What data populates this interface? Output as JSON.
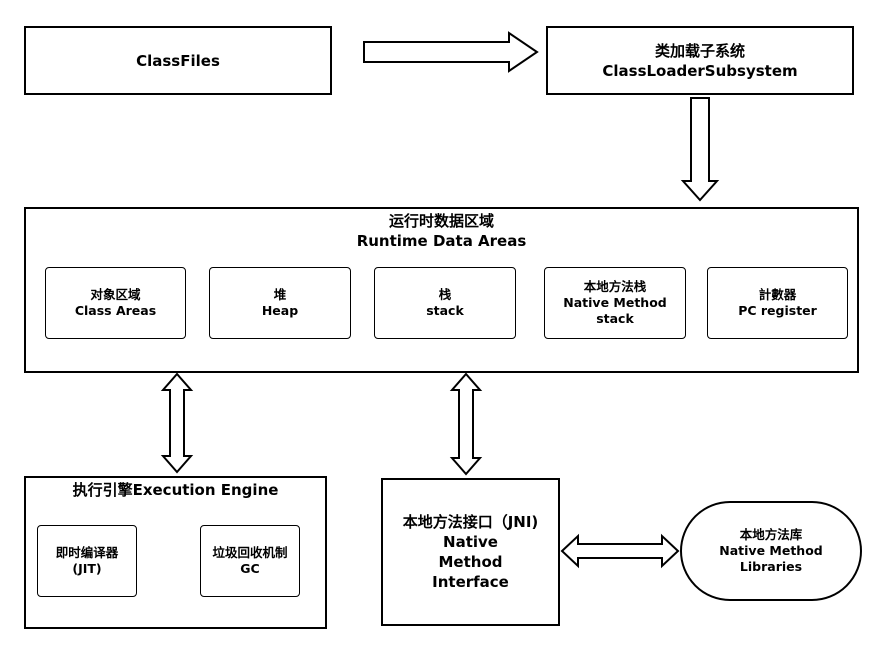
{
  "classfiles": {
    "label": "ClassFiles"
  },
  "classloader": {
    "label_cn": "类加载子系统",
    "label_en": "ClassLoaderSubsystem"
  },
  "runtime": {
    "title_cn": "运行时数据区域",
    "title_en": "Runtime Data Areas",
    "areas": [
      {
        "cn": "对象区域",
        "en": "Class Areas"
      },
      {
        "cn": "堆",
        "en": "Heap"
      },
      {
        "cn": "栈",
        "en": "stack"
      },
      {
        "cn": "本地方法栈",
        "en1": "Native Method",
        "en2": "stack"
      },
      {
        "cn": "計數器",
        "en": "PC register"
      }
    ]
  },
  "execution": {
    "title": "执行引擎Execution Engine",
    "jit": {
      "cn": "即时编译器",
      "en": "(JIT)"
    },
    "gc": {
      "cn": "垃圾回收机制",
      "en": "GC"
    }
  },
  "jni": {
    "line1": "本地方法接口（JNI)",
    "line2": "Native",
    "line3": "Method",
    "line4": "Interface"
  },
  "libraries": {
    "cn": "本地方法库",
    "en1": "Native Method",
    "en2": "Libraries"
  }
}
